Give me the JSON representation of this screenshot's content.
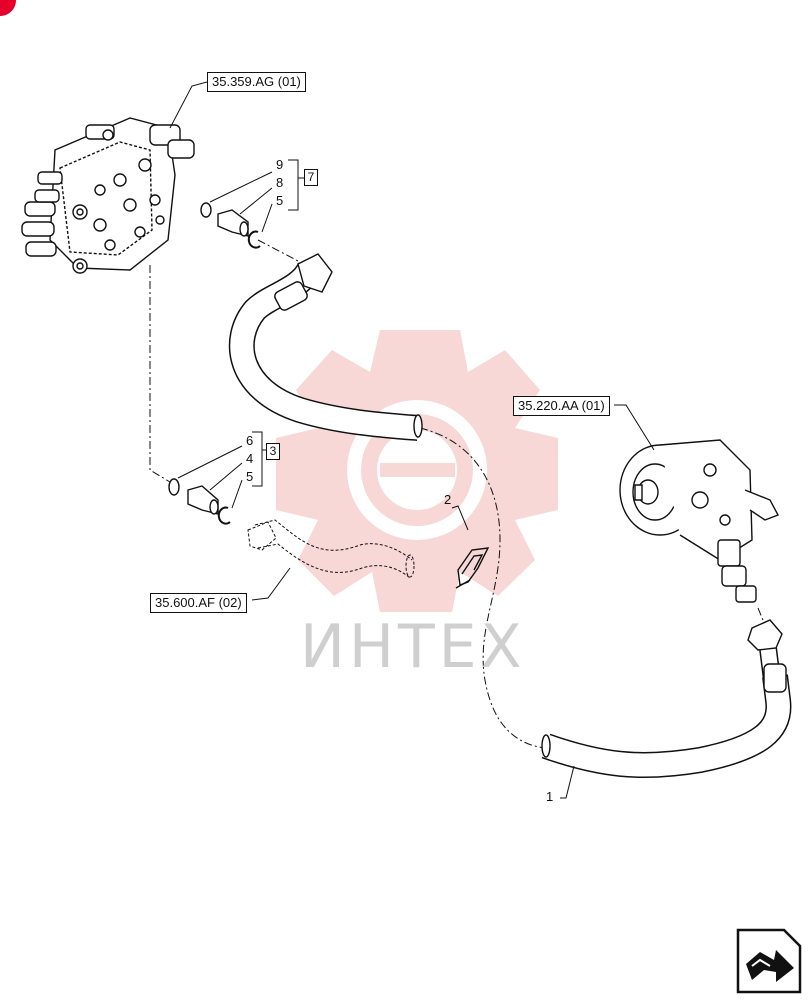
{
  "colors": {
    "line": "#111111",
    "watermark_red": "#f3b7b7",
    "watermark_gray": "#cfcfcf",
    "corner_badge": "#e4002b"
  },
  "references": {
    "control_valve": "35.359.AG (01)",
    "pump": "35.220.AA (01)",
    "hose": "35.600.AF (02)"
  },
  "callouts": {
    "upper": [
      "9",
      "8",
      "5"
    ],
    "upper_group": "7",
    "lower": [
      "6",
      "4",
      "5"
    ],
    "lower_group": "3",
    "clip": "2",
    "main_hose": "1"
  },
  "watermark": {
    "text": "ИНТЕХ",
    "icon": "gear-logo-icon"
  },
  "navigation": {
    "icon": "next-page-arrow-icon"
  },
  "badge": {
    "icon": "corner-badge-icon"
  }
}
